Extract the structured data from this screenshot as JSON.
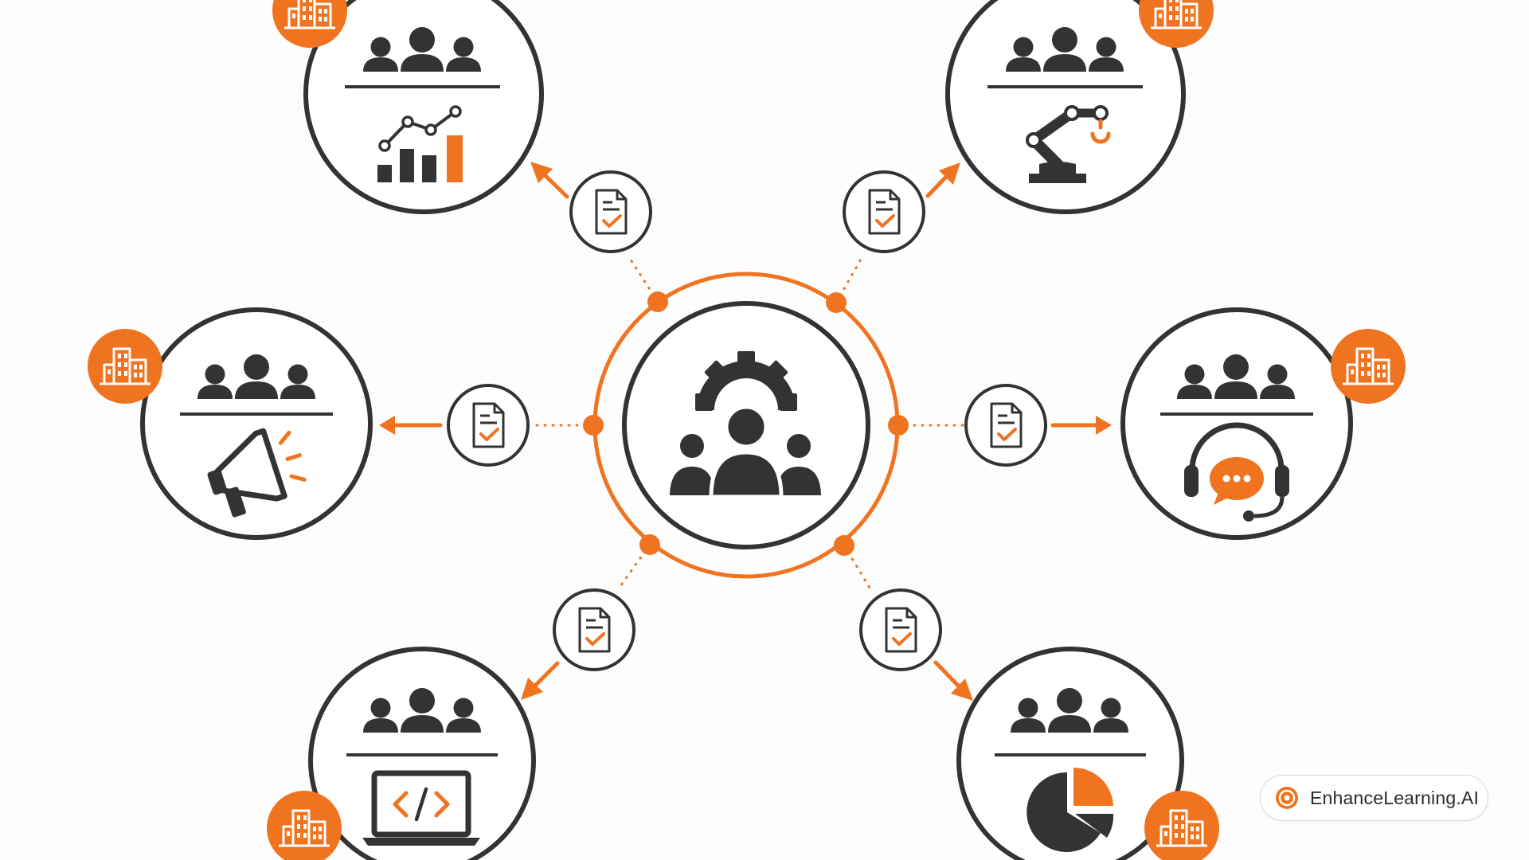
{
  "brand": {
    "name": "EnhanceLearning.AI"
  },
  "colors": {
    "accent": "#f07320",
    "ink": "#333333",
    "background": "#fdfdfd"
  },
  "diagram": {
    "hub": {
      "icons": [
        "gear-icon",
        "people-group-icon"
      ]
    },
    "connector_icon": "document-check-icon",
    "org_icon": "office-building-icon",
    "teams": [
      {
        "id": "analytics",
        "icons": [
          "people-group-icon",
          "line-bar-chart-icon"
        ]
      },
      {
        "id": "manufacturing",
        "icons": [
          "people-group-icon",
          "robot-arm-icon"
        ]
      },
      {
        "id": "marketing",
        "icons": [
          "people-group-icon",
          "megaphone-icon"
        ]
      },
      {
        "id": "customer-support",
        "icons": [
          "people-group-icon",
          "headset-chat-icon"
        ]
      },
      {
        "id": "development",
        "icons": [
          "people-group-icon",
          "laptop-code-icon"
        ]
      },
      {
        "id": "reporting",
        "icons": [
          "people-group-icon",
          "pie-chart-icon"
        ]
      }
    ]
  }
}
